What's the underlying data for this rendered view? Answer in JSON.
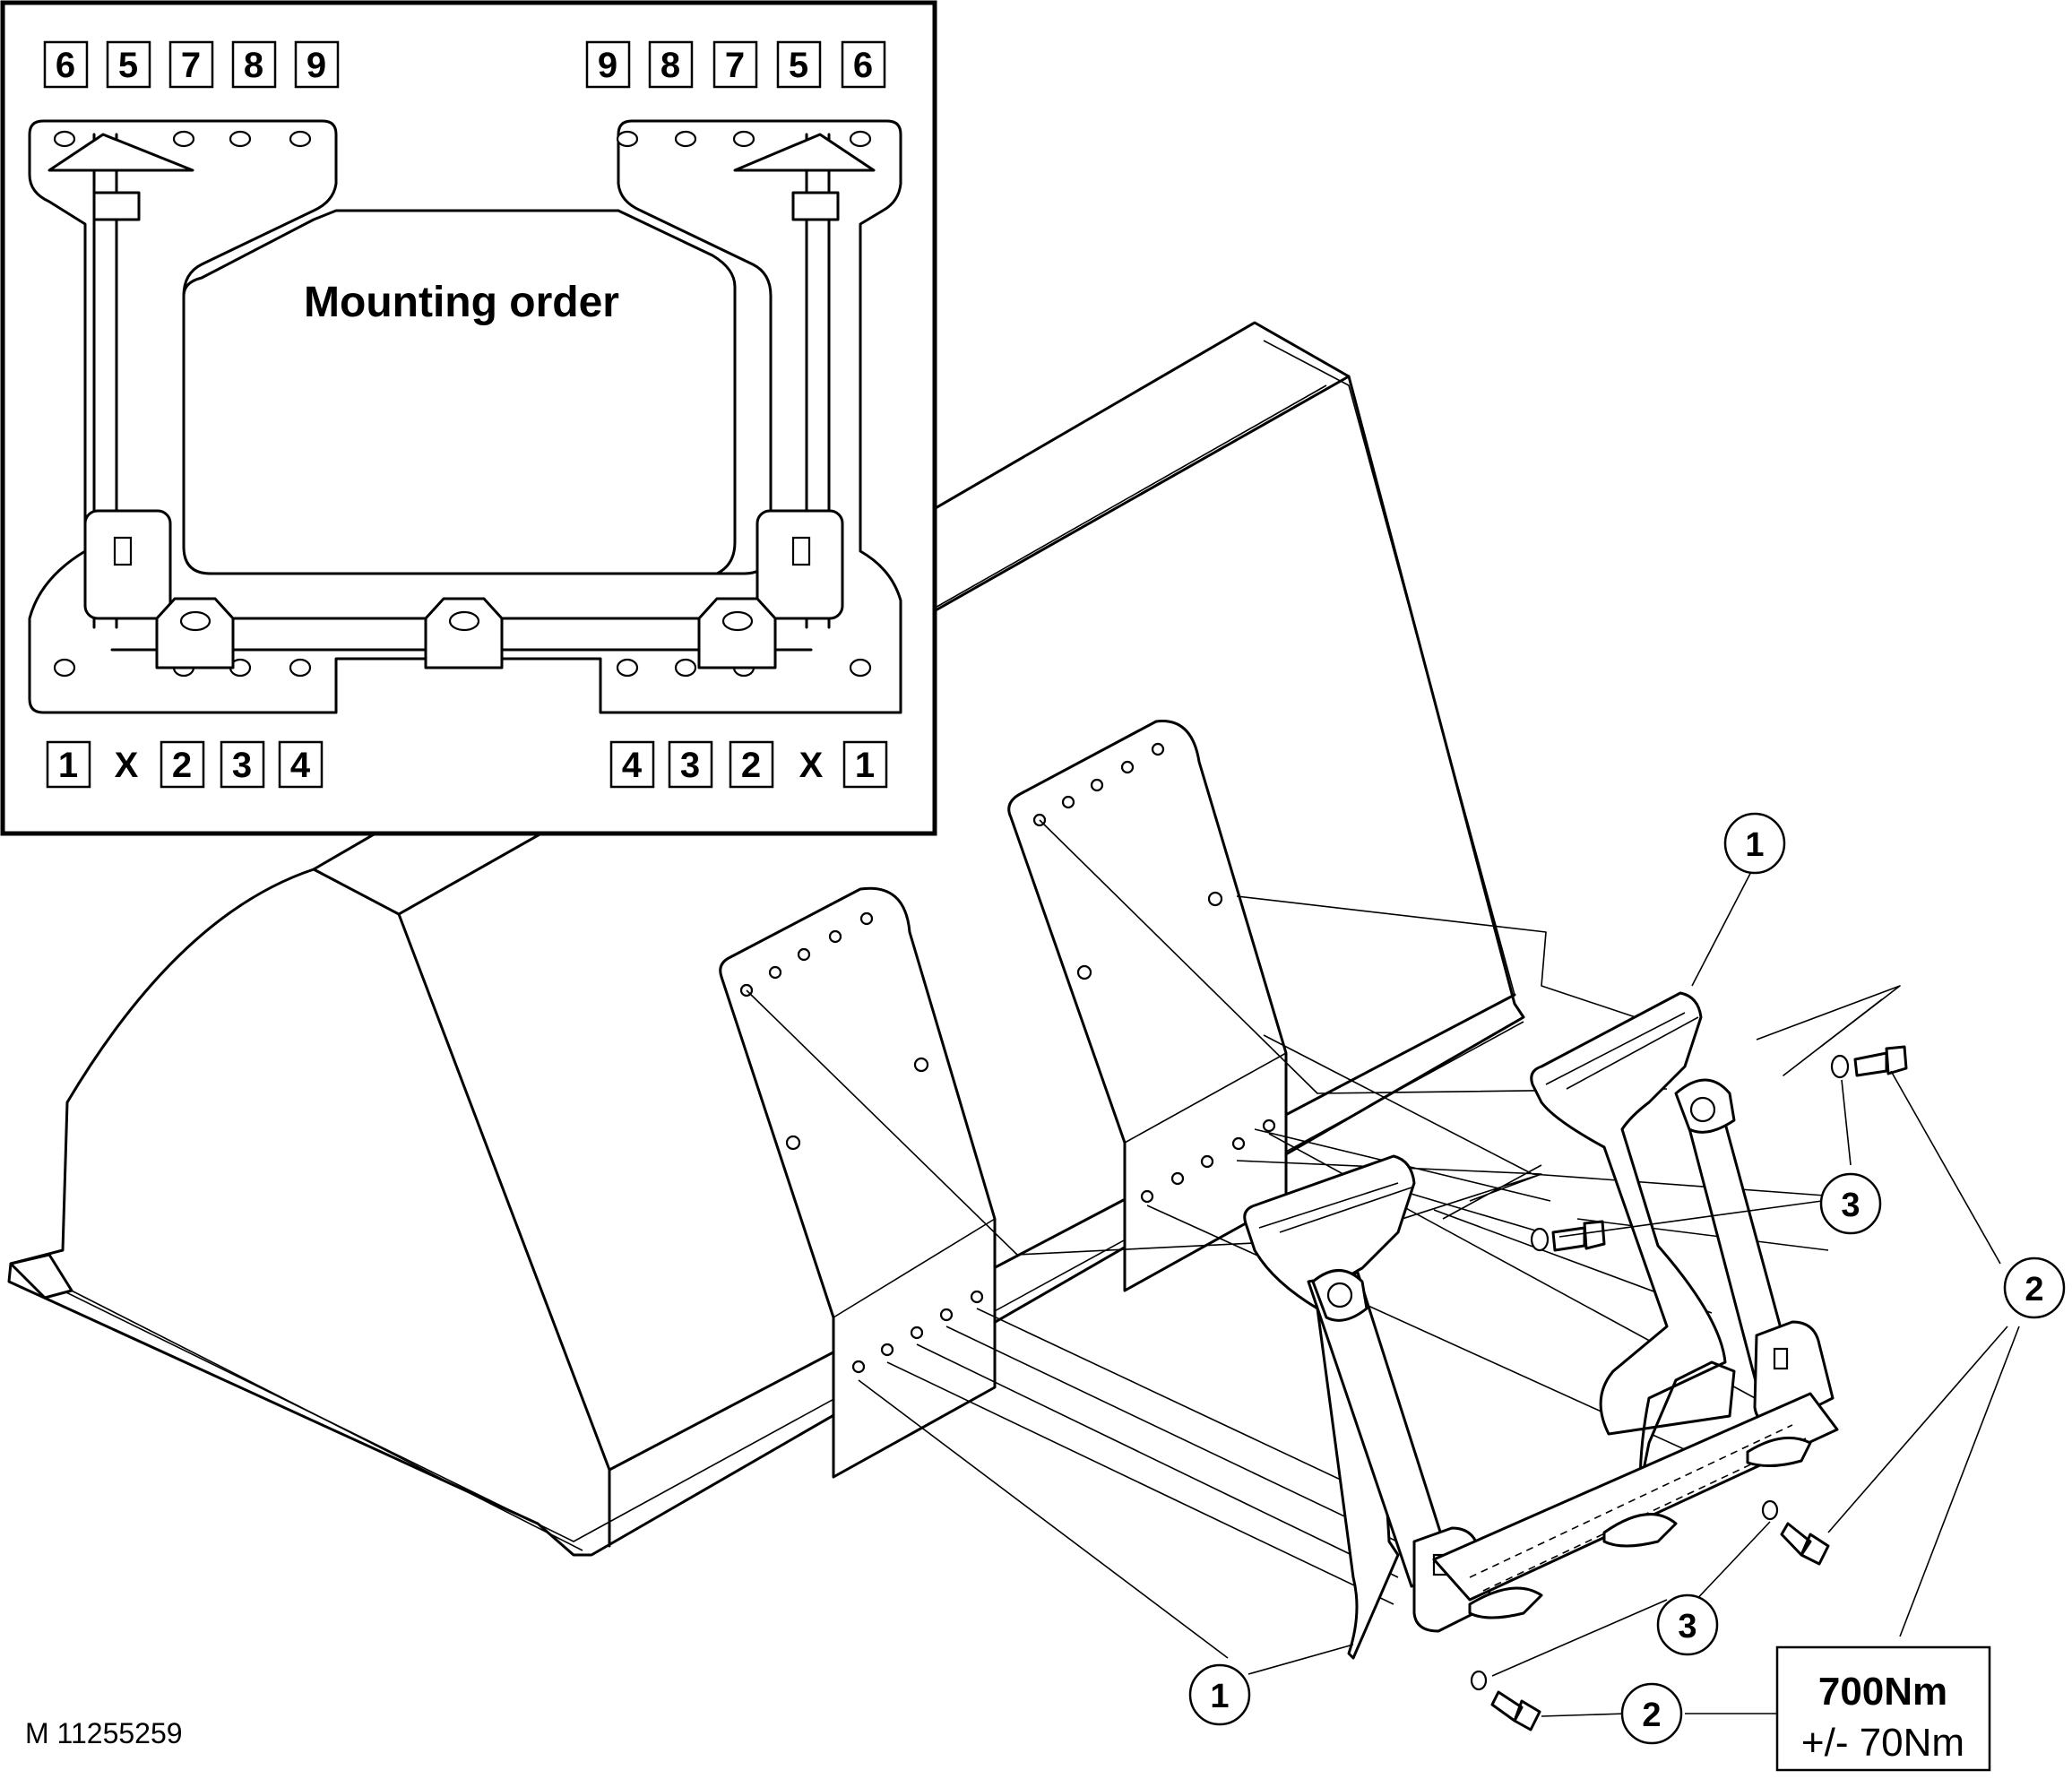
{
  "inset": {
    "title": "Mounting order",
    "top_left_sequence": [
      "6",
      "5",
      "7",
      "8",
      "9"
    ],
    "top_right_sequence": [
      "9",
      "8",
      "7",
      "5",
      "6"
    ],
    "bottom_left_sequence": [
      "1",
      "X",
      "2",
      "3",
      "4"
    ],
    "bottom_right_sequence": [
      "4",
      "3",
      "2",
      "X",
      "1"
    ]
  },
  "callouts": {
    "frame_upper": "1",
    "frame_lower": "1",
    "washer_upper": "3",
    "washer_lower": "3",
    "bolt_right": "2",
    "bolt_lower": "2"
  },
  "torque": {
    "value": "700Nm",
    "tolerance": "+/- 70Nm"
  },
  "figure_id": "M 11255259"
}
